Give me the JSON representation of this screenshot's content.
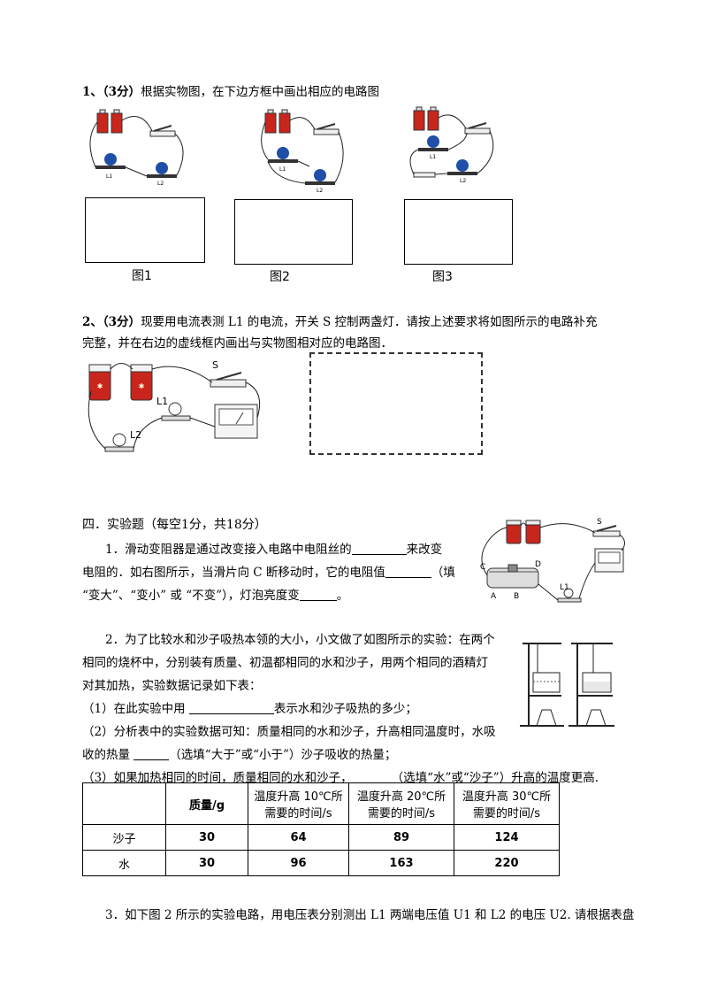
{
  "q1": {
    "number": "1、",
    "score": "（3分）",
    "text": "根据实物图，在下边方框中画出相应的电路图",
    "captions": [
      "图1",
      "图2",
      "图3"
    ],
    "lamp_labels": [
      "L1",
      "L2"
    ]
  },
  "q2": {
    "number": "2、",
    "score": "（3分）",
    "line1": "现要用电流表测 L1 的电流，开关 S 控制两盏灯．请按上述要求将如图所示的电路补充",
    "line2": "完整，并在右边的虚线框内画出与实物图相对应的电路图．",
    "labels": {
      "switch": "S",
      "l1": "L1",
      "l2": "L2"
    }
  },
  "section4": {
    "heading": "四．实验题（每空1分，共18分）",
    "p1": {
      "line1a": "1．滑动变阻器是通过改变接入电路中电阻丝的",
      "line1b": "来改变",
      "line2a": "电阻的．如右图所示，当滑片向 C 断移动时，它的电阻值",
      "line2b": "（填",
      "line3a": "“变大”、“变小” 或 “不变”），灯泡亮度变",
      "line3b": "。",
      "fig_labels": {
        "s": "S",
        "c": "C",
        "d": "D",
        "a": "A",
        "b": "B",
        "l1": "L1"
      }
    },
    "p2": {
      "line1": "2．为了比较水和沙子吸热本领的大小，小文做了如图所示的实验：在两个",
      "line2": "相同的烧杯中，分别装有质量、初温都相同的水和沙子，用两个相同的酒精灯",
      "line3": "对其加热，实验数据记录如下表：",
      "sub1a": "（1）在此实验中用",
      "sub1b": "表示水和沙子吸热的多少；",
      "sub2a": "（2）分析表中的实验数据可知：质量相同的水和沙子，升高相同温度时，水吸",
      "sub2b": "收的热量",
      "sub2c": "（选填“大于”或“小于”）沙子吸收的热量；",
      "sub3a": "（3）如果加热相同的时间，质量相同的水和沙子，",
      "sub3b": "（选填“水”或“沙子”）升高的温度更高."
    },
    "table": {
      "headers": [
        "",
        "质量/g",
        "温度升高 10℃所需要的时间/s",
        "温度升高 20℃所需要的时间/s",
        "温度升高 30℃所需要的时间/s"
      ],
      "header_lines": [
        [
          "",
          ""
        ],
        [
          "质量/g",
          ""
        ],
        [
          "温度升高 10℃所",
          "需要的时间/s"
        ],
        [
          "温度升高 20℃所",
          "需要的时间/s"
        ],
        [
          "温度升高 30℃所",
          "需要的时间/s"
        ]
      ],
      "rows": [
        [
          "沙子",
          "30",
          "64",
          "89",
          "124"
        ],
        [
          "水",
          "30",
          "96",
          "163",
          "220"
        ]
      ]
    },
    "p3": {
      "line1": "3．如下图 2 所示的实验电路，用电压表分别测出 L1 两端电压值 U1 和 L2 的电压 U2. 请根据表盘"
    }
  },
  "colors": {
    "battery_red": "#c8261c",
    "bulb_blue": "#1f4fa8",
    "wire": "#222222"
  }
}
